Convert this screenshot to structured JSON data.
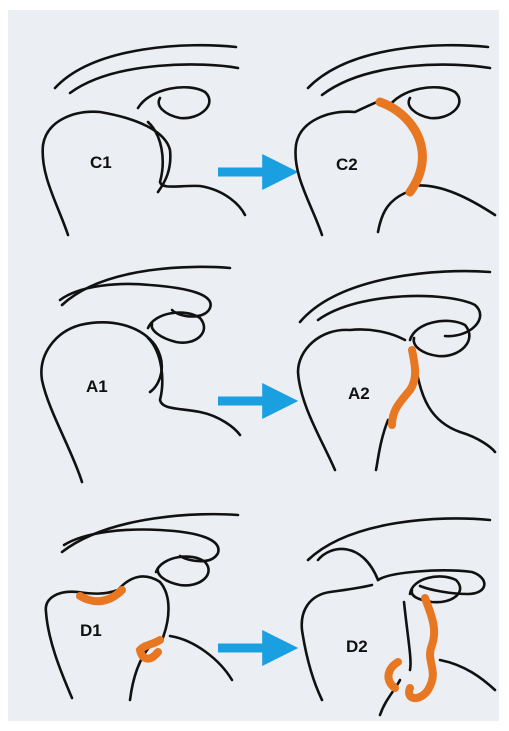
{
  "colors": {
    "background": "#ebeef3",
    "outline": "#111111",
    "highlight": "#e87722",
    "arrow": "#1a9fe0"
  },
  "rows": [
    {
      "before_label": "C1",
      "after_label": "C2"
    },
    {
      "before_label": "A1",
      "after_label": "A2"
    },
    {
      "before_label": "D1",
      "after_label": "D2"
    }
  ]
}
